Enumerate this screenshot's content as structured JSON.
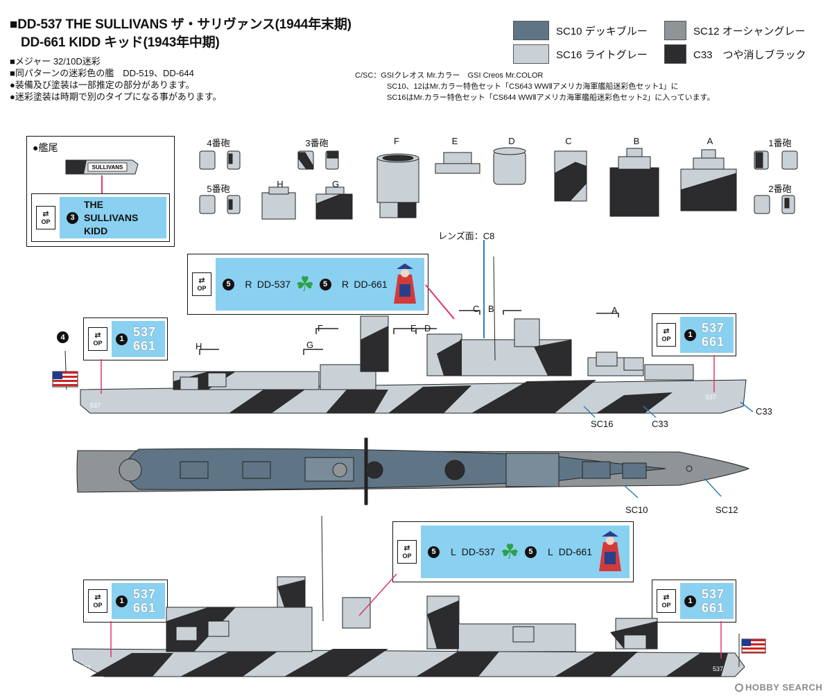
{
  "header": {
    "title_line1": "■DD-537 THE SULLIVANS ザ・サリヴァンス(1944年末期)",
    "title_line2": "DD-661 KIDD キッド(1943年中期)",
    "notes": [
      "■メジャー 32/10D迷彩",
      "■同パターンの迷彩色の艦　DD-519、DD-644",
      "●装備及び塗装は一部推定の部分があります。",
      "●迷彩塗装は時期で別のタイプになる事があります。"
    ]
  },
  "colors": [
    {
      "code": "SC10 デッキブルー",
      "hex": "#5f7585"
    },
    {
      "code": "SC12 オーシャングレー",
      "hex": "#8f9497"
    },
    {
      "code": "SC16 ライトグレー",
      "hex": "#c9d1d7"
    },
    {
      "code": "C33　つや消しブラック",
      "hex": "#2c2c2e"
    }
  ],
  "creos_notes": {
    "line1": "C/SC：GSIクレオス Mr.カラー　GSI Creos Mr.COLOR",
    "line2": "SC10、12はMr.カラー特色セット「CS643 WWⅡアメリカ海軍艦船迷彩色セット1」に",
    "line3": "SC16はMr.カラー特色セット「CS644 WWⅡアメリカ海軍艦船迷彩色セット2」に入っています。"
  },
  "stern": {
    "label": "●艦尾",
    "hull_text": "SULLIVANS",
    "decal_num": "3",
    "decal_text1": "THE SULLIVANS",
    "decal_text2": "KIDD"
  },
  "parts": {
    "gun4": "4番砲",
    "gun3": "3番砲",
    "gun5": "5番砲",
    "gun1": "1番砲",
    "gun2": "2番砲",
    "F": "F",
    "E": "E",
    "D": "D",
    "C": "C",
    "B": "B",
    "A": "A",
    "H": "H",
    "G": "G"
  },
  "lens": "レンズ面：C8",
  "op": "OP",
  "decal_top": {
    "n1": "5",
    "s1": "R",
    "t1": "DD-537",
    "n2": "5",
    "s2": "R",
    "t2": "DD-661"
  },
  "decal_bottom": {
    "n1": "5",
    "s1": "L",
    "t1": "DD-537",
    "n2": "5",
    "s2": "L",
    "t2": "DD-661"
  },
  "hull_decal": {
    "num": "1",
    "line1": "537",
    "line2": "661"
  },
  "flag_num": "4",
  "callouts": {
    "sc16": "SC16",
    "c33": "C33",
    "c33b": "C33",
    "sc10": "SC10",
    "sc12": "SC12"
  },
  "section_labels": {
    "H": "H",
    "G": "G",
    "F": "F",
    "E": "E",
    "D": "D",
    "C": "C",
    "B": "B",
    "A": "A"
  },
  "hull_number": "537",
  "watermark": "HOBBY SEARCH"
}
